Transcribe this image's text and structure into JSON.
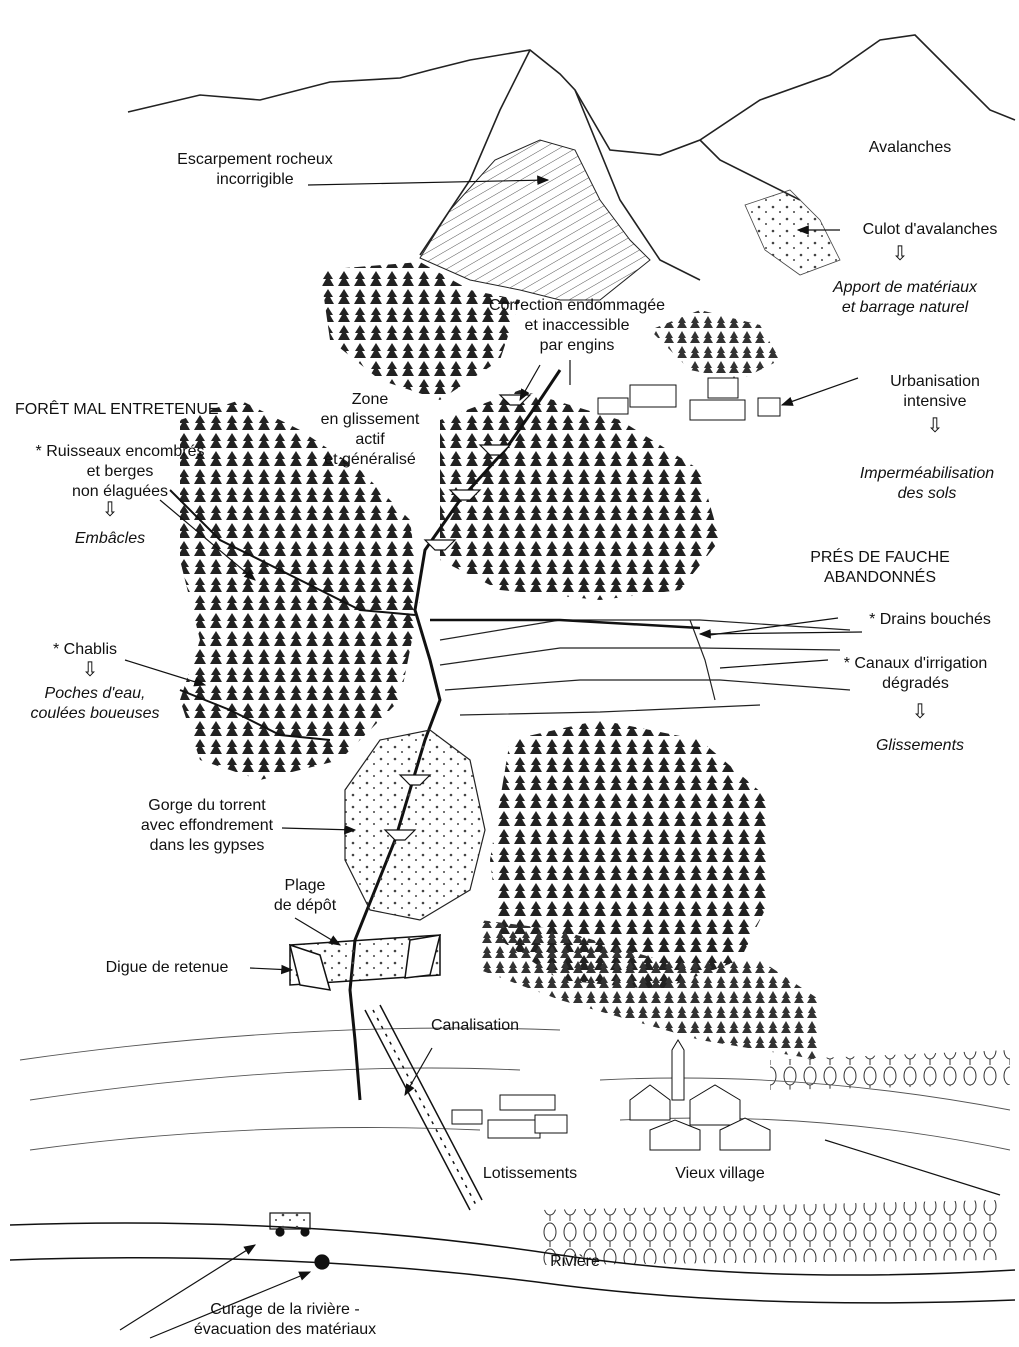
{
  "labels": {
    "escarpement": "Escarpement rocheux\nincorrigible",
    "avalanches": "Avalanches",
    "culot": "Culot d'avalanches",
    "culot_arrow": "⇩",
    "apport": "Apport de matériaux\net barrage naturel",
    "correction": "Correction endommagée\net inaccessible\npar engins",
    "urbanisation": "Urbanisation\nintensive",
    "urbanisation_arrow": "⇩",
    "impermeabilisation": "Imperméabilisation\ndes sols",
    "foret": "FORÊT MAL ENTRETENUE",
    "zone": "Zone\nen glissement\nactif\net généralisé",
    "ruisseaux": "* Ruisseaux encombrés\net berges\nnon élaguées",
    "ruisseaux_arrow": "⇩",
    "embacles": "Embâcles",
    "pres": "PRÉS DE FAUCHE\nABANDONNÉS",
    "drains": "* Drains bouchés",
    "canaux": "* Canaux d'irrigation\ndégradés",
    "canaux_arrow": "⇩",
    "glissements": "Glissements",
    "chablis": "* Chablis",
    "chablis_arrow": "⇩",
    "poches": "Poches d'eau,\ncoulées boueuses",
    "gorge": "Gorge du torrent\navec effondrement\ndans les gypses",
    "plage": "Plage\nde dépôt",
    "digue": "Digue de retenue",
    "canalisation": "Canalisation",
    "lotissements": "Lotissements",
    "village": "Vieux village",
    "riviere": "Rivière",
    "curage": "Curage de la rivière -\névacuation des matériaux"
  }
}
